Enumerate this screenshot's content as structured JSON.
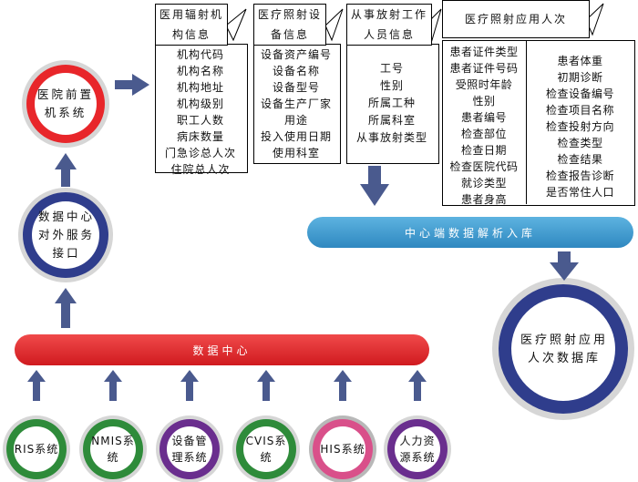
{
  "front_system": "医院前置机系统",
  "data_center_service": "数据中心对外服务接口",
  "data_center": "数据中心",
  "central_parse": "中心端数据解析入库",
  "database": "医疗照射应用人次数据库",
  "sources": [
    "RIS系统",
    "NMIS系统",
    "设备管理系统",
    "CVIS系统",
    "HIS系统",
    "人力资源系统"
  ],
  "panel_institution": {
    "title": "医用辐射机构信息",
    "items": [
      "机构代码",
      "机构名称",
      "机构地址",
      "机构级别",
      "职工人数",
      "病床数量",
      "门急诊总人次",
      "住院总人次"
    ]
  },
  "panel_equipment": {
    "title": "医疗照射设备信息",
    "items": [
      "设备资产编号",
      "设备名称",
      "设备型号",
      "设备生产厂家",
      "用途",
      "投入使用日期",
      "使用科室"
    ]
  },
  "panel_staff": {
    "title": "从事放射工作人员信息",
    "items": [
      "工号",
      "性别",
      "所属工种",
      "所属科室",
      "从事放射类型"
    ]
  },
  "panel_application": {
    "title": "医疗照射应用人次",
    "items_left": [
      "患者证件类型",
      "患者证件号码",
      "受照时年龄",
      "性别",
      "患者编号",
      "检查部位",
      "检查日期",
      "检查医院代码",
      "就诊类型",
      "患者身高"
    ],
    "items_right": [
      "患者体重",
      "初期诊断",
      "检查设备编号",
      "检查项目名称",
      "检查投射方向",
      "检查类型",
      "检查结果",
      "检查报告诊断",
      "是否常住人口"
    ]
  },
  "colors": {
    "red": "#e8262a",
    "navy": "#2f3d8c",
    "arrow": "#4a5a8e",
    "teal_pill": "#3f9bd0",
    "ring_green": "#2e8b3a",
    "ring_purple": "#6a2e8e",
    "ring_pink": "#d9508a",
    "ring_gray": "#b8b8b8"
  }
}
